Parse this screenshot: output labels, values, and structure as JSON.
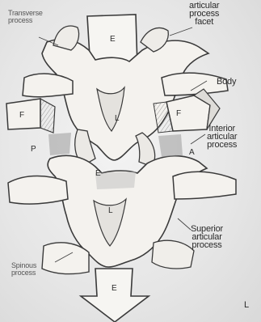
{
  "labels": {
    "transverse_process": "Transverse\nprocess",
    "articular_process_facet": "articular\nprocess\nfacet",
    "body": "Body",
    "inferior_articular_process": "Interior\narticular\nprocess",
    "superior_articular_process": "Superior\narticular\nprocess",
    "spinous_process": "Spinous\nprocess",
    "corner_mark": "L"
  },
  "letters": {
    "E_top": "E",
    "L_upper": "L",
    "F_left": "F",
    "F_right": "F",
    "E_lower": "E",
    "L_lower": "L",
    "A_mark": "A",
    "E_bottom": "E",
    "P_left": "P"
  },
  "colors": {
    "bone_fill": "#f4f2ee",
    "outline": "#3a3a3a",
    "shadow": "#8a8a8a",
    "text": "#2b2b2b"
  }
}
